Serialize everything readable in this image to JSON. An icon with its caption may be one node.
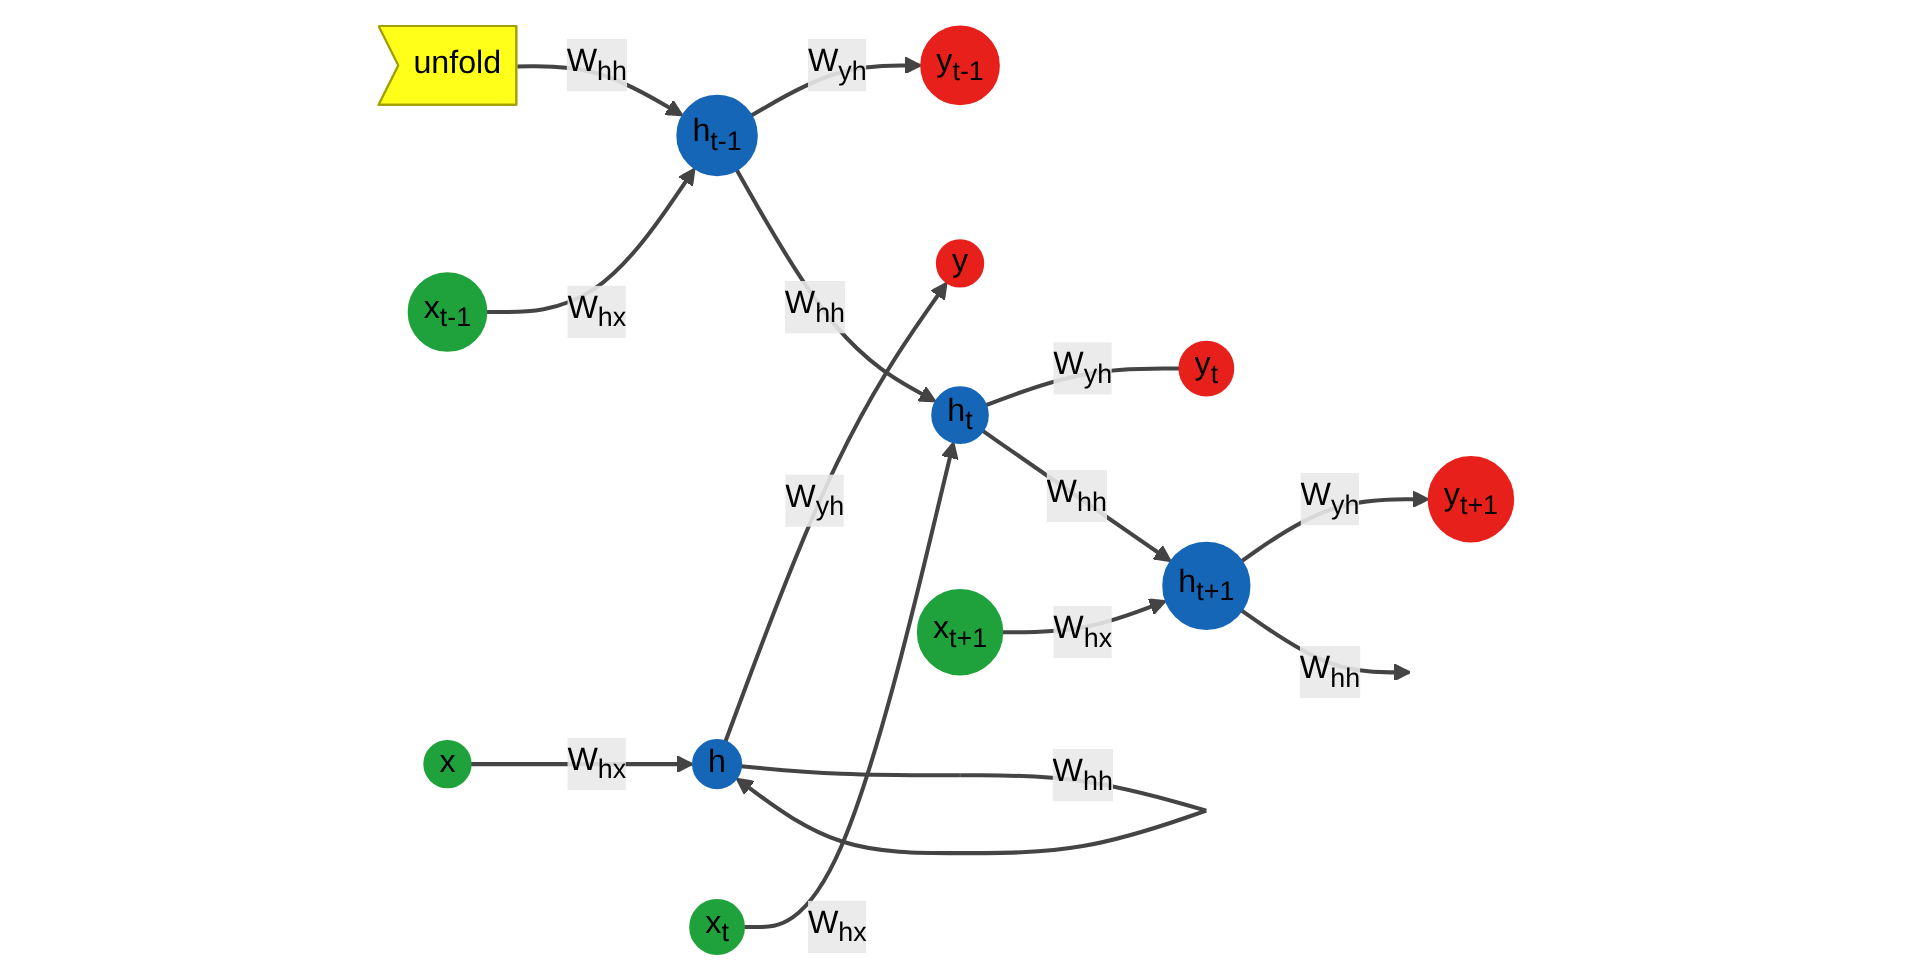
{
  "diagram": {
    "nodes": [
      {
        "text": [
          "y"
        ]
      },
      {
        "text": [
          "h"
        ]
      },
      {
        "text": [
          "x"
        ]
      },
      {
        "text": [
          "unfold"
        ]
      },
      {
        "text": [
          "y$_{t-1}$"
        ]
      },
      {
        "text": [
          "h$_{t-1}$"
        ]
      },
      {
        "text": [
          "x$_{t-1}$"
        ]
      },
      {
        "text": [
          "y$_{t}$"
        ]
      },
      {
        "text": [
          "h$_{t}$"
        ]
      },
      {
        "text": [
          "x$_{t}$"
        ]
      },
      {
        "text": [
          "y$_{t+1}$"
        ]
      },
      {
        "text": [
          "h$_{t+1}$"
        ]
      },
      {
        "text": [
          "x$_{t+1}$"
        ]
      }
    ],
    "edges": [
      {
        "from": 1,
        "to": 0,
        "arrow": "to",
        "label": "W$_{yh}$"
      },
      {
        "from": 1,
        "to": 1,
        "arrow": "to",
        "label": "W$_{hh}$"
      },
      {
        "from": 2,
        "to": 1,
        "arrow": "to",
        "label": "W$_{hx}$"
      },
      {
        "from": 3,
        "to": 5,
        "arrow": "to",
        "label": "W$_{hh}$"
      },
      {
        "from": 5,
        "to": 4,
        "arrow": "to",
        "label": "W$_{yh}$"
      },
      {
        "from": 6,
        "to": 5,
        "arrow": "to",
        "label": "W$_{hx}$"
      },
      {
        "from": 5,
        "to": 8,
        "arrow": "to",
        "label": "W$_{hh}$"
      },
      {
        "from": 8,
        "to": 7,
        "arrow": "none",
        "label": "W$_{yh}$"
      },
      {
        "from": 9,
        "to": 8,
        "arrow": "to",
        "label": "W$_{hx}$"
      },
      {
        "from": 8,
        "to": 11,
        "arrow": "to",
        "label": "W$_{hh}$"
      },
      {
        "from": 11,
        "to": 10,
        "arrow": "to",
        "label": "W$_{yh}$"
      },
      {
        "from": 12,
        "to": 11,
        "arrow": "to",
        "label": "W$_{hx}$"
      },
      {
        "from": 11,
        "to": null,
        "arrow": "to",
        "label": "W$_{hh}$"
      }
    ]
  }
}
